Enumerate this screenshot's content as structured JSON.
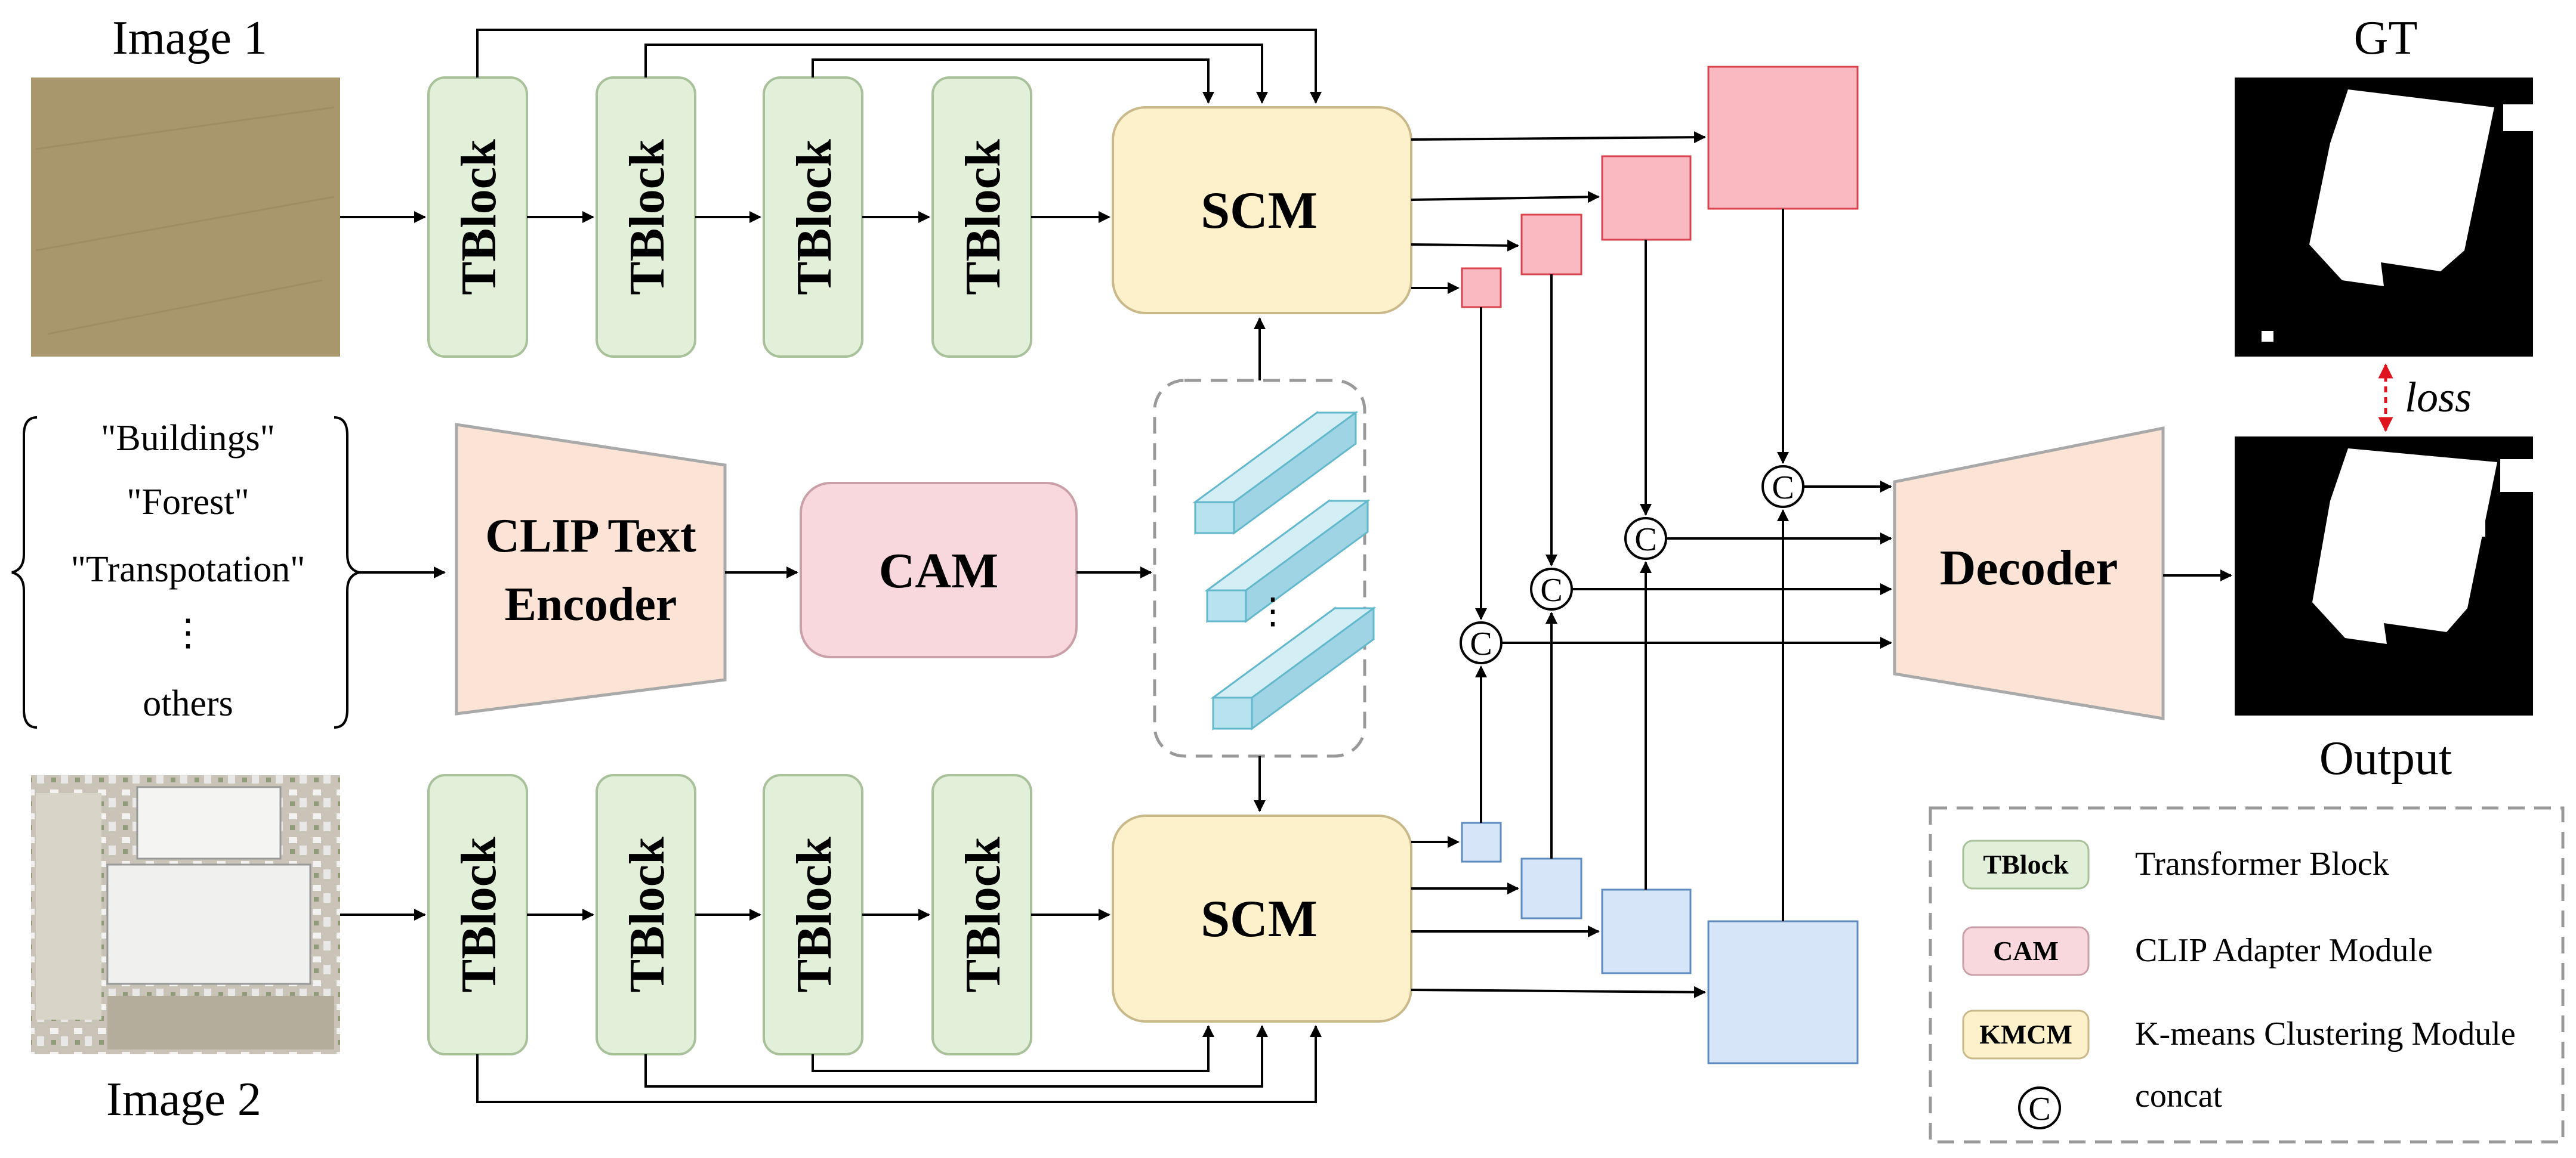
{
  "inputs": {
    "image1_label": "Image 1",
    "image2_label": "Image 2"
  },
  "blocks": {
    "tblock": "TBlock",
    "scm": "SCM",
    "cam": "CAM",
    "clip_line1": "CLIP Text",
    "clip_line2": "Encoder",
    "decoder": "Decoder"
  },
  "prompts": {
    "items": [
      "\"Buildings\"",
      "\"Forest\"",
      "\"Transpotation\"",
      "⋮",
      "others"
    ]
  },
  "outputs": {
    "gt_label": "GT",
    "output_label": "Output",
    "loss_label": "loss"
  },
  "concat_symbol": "C",
  "legend": {
    "items": [
      {
        "key": "TBlock",
        "text": "Transformer Block",
        "color": "#e2efd9"
      },
      {
        "key": "CAM",
        "text": "CLIP Adapter Module",
        "color": "#f8d7dd"
      },
      {
        "key": "KMCM",
        "text": "K-means Clustering Module",
        "color": "#fdf1cb"
      },
      {
        "key": "C",
        "text": "concat",
        "color": "#ffffff"
      }
    ]
  },
  "colors": {
    "tblock_fill": "#e2efd9",
    "scm_fill": "#fdf1cb",
    "cam_fill": "#f8d7dd",
    "encoder_fill": "#fbe3d6",
    "red_feature": "#f8b9c1",
    "blue_feature": "#d6e6f8",
    "cube": "#b7e3ef",
    "loss_arrow": "#e0141e"
  }
}
